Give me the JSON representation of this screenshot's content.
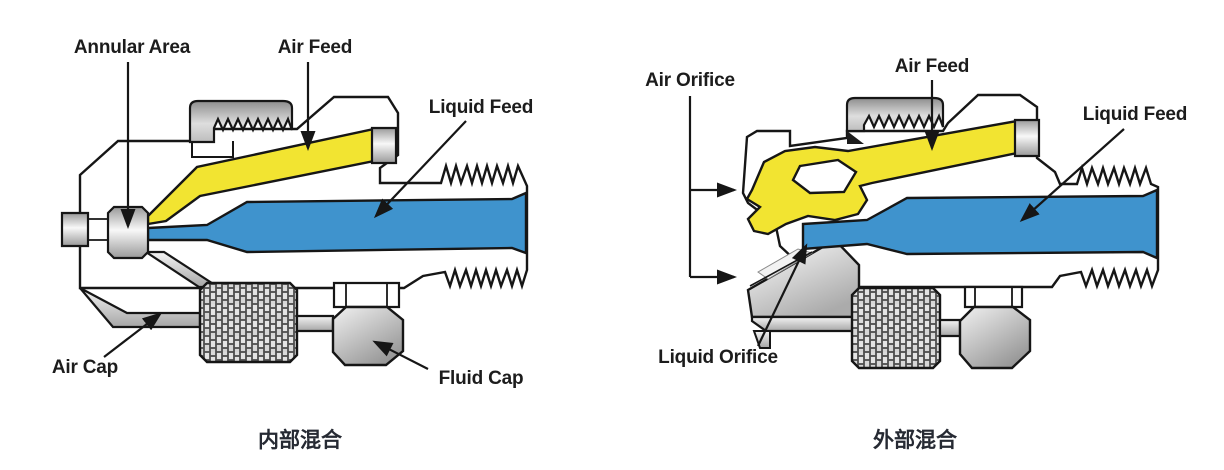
{
  "left": {
    "caption": "内部混合",
    "labels": {
      "annular_area": "Annular Area",
      "air_feed": "Air Feed",
      "liquid_feed": "Liquid Feed",
      "air_cap": "Air Cap",
      "fluid_cap": "Fluid Cap"
    }
  },
  "right": {
    "caption": "外部混合",
    "labels": {
      "air_orifice": "Air Orifice",
      "air_feed": "Air Feed",
      "liquid_feed": "Liquid Feed",
      "liquid_orifice": "Liquid Orifice"
    }
  },
  "colors": {
    "air_channel_yellow": "#F2E431",
    "liquid_channel_blue": "#3F93CD",
    "outline_black": "#161616",
    "label_text": "#1C1C1C",
    "caption_text": "#262A33"
  }
}
